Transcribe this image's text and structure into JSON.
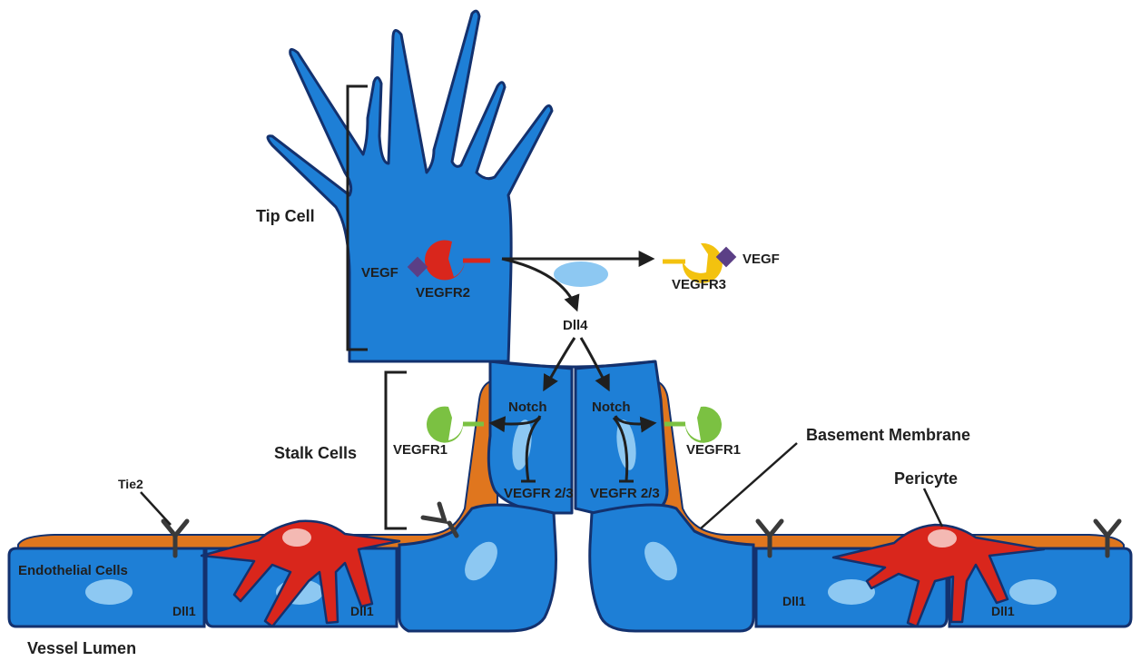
{
  "colors": {
    "cell_fill": "#1E7FD6",
    "cell_stroke": "#13316E",
    "nucleus": "#8DC8F2",
    "basement_membrane": "#E0761E",
    "pericyte": "#D9261C",
    "pericyte_nucleus": "#F4B9B3",
    "vegfr2": "#D9261C",
    "vegfr3": "#F3C20F",
    "vegfr1": "#7BC142",
    "vegf": "#5B3F86",
    "receptor_tie2": "#3A3A3A",
    "text": "#1F1F1F"
  },
  "labels": {
    "tip_cell": "Tip Cell",
    "stalk_cells": "Stalk Cells",
    "endothelial_cells": "Endothelial Cells",
    "vessel_lumen": "Vessel Lumen",
    "tie2": "Tie2",
    "basement_membrane": "Basement Membrane",
    "pericyte": "Pericyte",
    "vegf_left": "VEGF",
    "vegf_right": "VEGF",
    "vegfr2": "VEGFR2",
    "vegfr3": "VEGFR3",
    "dll4": "Dll4",
    "notch_left": "Notch",
    "notch_right": "Notch",
    "vegfr1_left": "VEGFR1",
    "vegfr1_right": "VEGFR1",
    "vegfr23_left": "VEGFR 2/3",
    "vegfr23_right": "VEGFR 2/3",
    "dll1_a": "Dll1",
    "dll1_b": "Dll1",
    "dll1_c": "Dll1",
    "dll1_d": "Dll1"
  }
}
